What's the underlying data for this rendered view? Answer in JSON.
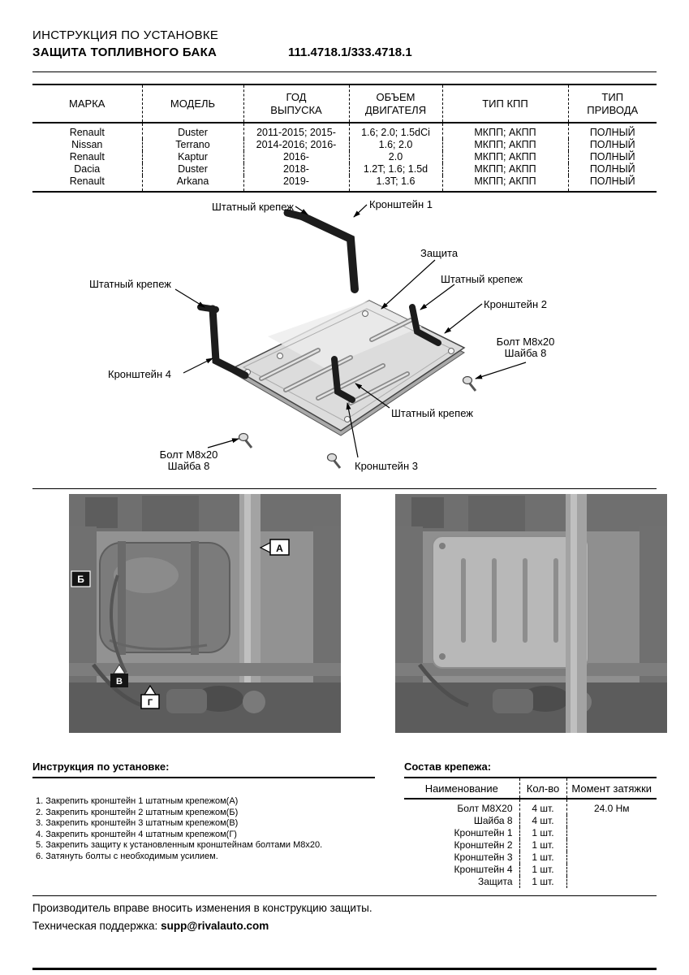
{
  "header": {
    "doc_type": "ИНСТРУКЦИЯ ПО УСТАНОВКЕ",
    "title": "ЗАЩИТА ТОПЛИВНОГО БАКА",
    "part_number": "111.4718.1/333.4718.1"
  },
  "fitment": {
    "columns": [
      "МАРКА",
      "МОДЕЛЬ",
      "ГОД\nВЫПУСКА",
      "ОБЪЕМ\nДВИГАТЕЛЯ",
      "ТИП КПП",
      "ТИП\nПРИВОДА"
    ],
    "rows": [
      [
        "Renault",
        "Duster",
        "2011-2015; 2015-",
        "1.6; 2.0; 1.5dCi",
        "МКПП; АКПП",
        "ПОЛНЫЙ"
      ],
      [
        "Nissan",
        "Terrano",
        "2014-2016; 2016-",
        "1.6; 2.0",
        "МКПП; АКПП",
        "ПОЛНЫЙ"
      ],
      [
        "Renault",
        "Kaptur",
        "2016-",
        "2.0",
        "МКПП; АКПП",
        "ПОЛНЫЙ"
      ],
      [
        "Dacia",
        "Duster",
        "2018-",
        "1.2T; 1.6; 1.5d",
        "МКПП; АКПП",
        "ПОЛНЫЙ"
      ],
      [
        "Renault",
        "Arkana",
        "2019-",
        "1.3T; 1.6",
        "МКПП; АКПП",
        "ПОЛНЫЙ"
      ]
    ]
  },
  "diagram": {
    "labels": {
      "standard_fastener_top": "Штатный крепеж",
      "bracket1": "Кронштейн 1",
      "shield": "Защита",
      "standard_fastener_right": "Штатный крепеж",
      "bracket2": "Кронштейн 2",
      "bolt_right": "Болт М8х20",
      "washer_right": "Шайба 8",
      "standard_fastener_left": "Штатный крепеж",
      "bracket4": "Кронштейн 4",
      "standard_fastener_center": "Штатный крепеж",
      "bolt_left": "Болт М8х20",
      "washer_left": "Шайба 8",
      "bracket3": "Кронштейн 3"
    }
  },
  "photos": {
    "markers": {
      "a": "А",
      "b": "Б",
      "v": "В",
      "g": "Г"
    }
  },
  "instructions": {
    "title": "Инструкция по установке:",
    "steps": [
      "1. Закрепить кронштейн 1 штатным крепежом(А)",
      "2. Закрепить кронштейн 2 штатным крепежом(Б)",
      "3. Закрепить кронштейн 3 штатным крепежом(В)",
      "4. Закрепить кронштейн 4 штатным крепежом(Г)",
      "5. Закрепить защиту к установленным кронштейнам болтами М8х20.",
      "6. Затянуть болты с необходимым усилием."
    ]
  },
  "parts": {
    "title": "Состав крепежа:",
    "columns": [
      "Наименование",
      "Кол-во",
      "Момент затяжки"
    ],
    "rows": [
      {
        "name": "Болт М8Х20",
        "qty": "4 шт.",
        "torque": "24.0 Нм"
      },
      {
        "name": "Шайба 8",
        "qty": "4 шт.",
        "torque": ""
      },
      {
        "name": "Кронштейн 1",
        "qty": "1 шт.",
        "torque": ""
      },
      {
        "name": "Кронштейн 2",
        "qty": "1 шт.",
        "torque": ""
      },
      {
        "name": "Кронштейн 3",
        "qty": "1 шт.",
        "torque": ""
      },
      {
        "name": "Кронштейн 4",
        "qty": "1 шт.",
        "torque": ""
      },
      {
        "name": "Защита",
        "qty": "1 шт.",
        "torque": ""
      }
    ]
  },
  "footer": {
    "note": "Производитель вправе вносить изменения в конструкцию защиты.",
    "support_label": "Техническая поддержка:",
    "support_email": "supp@rivalauto.com"
  }
}
